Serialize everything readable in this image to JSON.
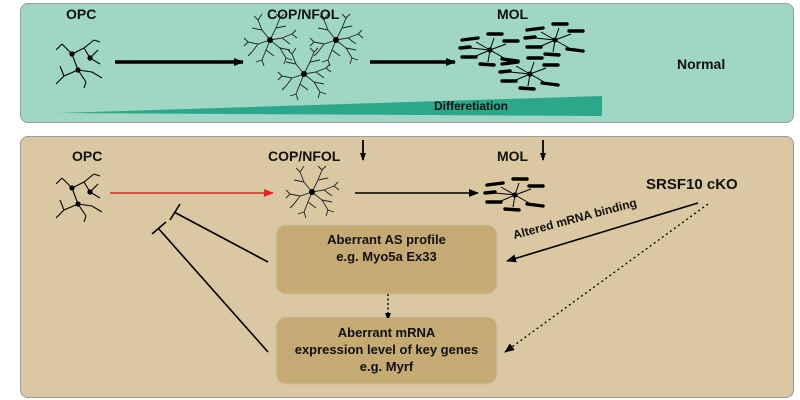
{
  "normal_panel": {
    "stage_opc": "OPC",
    "stage_cop_nfol": "COP/NFOL",
    "stage_mol": "MOL",
    "condition": "Normal",
    "gradient_label": "Differetiation"
  },
  "cko_panel": {
    "stage_opc": "OPC",
    "stage_cop_nfol": "COP/NFOL",
    "stage_mol": "MOL",
    "cko_label": "SRSF10 cKO",
    "binding_label": "Altered mRNA binding",
    "as_box": {
      "line1": "Aberrant AS profile",
      "line2": "e.g.  Myo5a Ex33"
    },
    "expr_box": {
      "line1": "Aberrant mRNA",
      "line2": "expression level of key genes",
      "line3": "e.g.  Myrf"
    }
  },
  "colors": {
    "normal_bg": "#9fd6c4",
    "cko_bg": "#d9c8a1",
    "box_bg": "#c5ab73",
    "gradient": "#2aa889",
    "arrow_red": "#e8231f",
    "exon_red": "#e8231f"
  }
}
